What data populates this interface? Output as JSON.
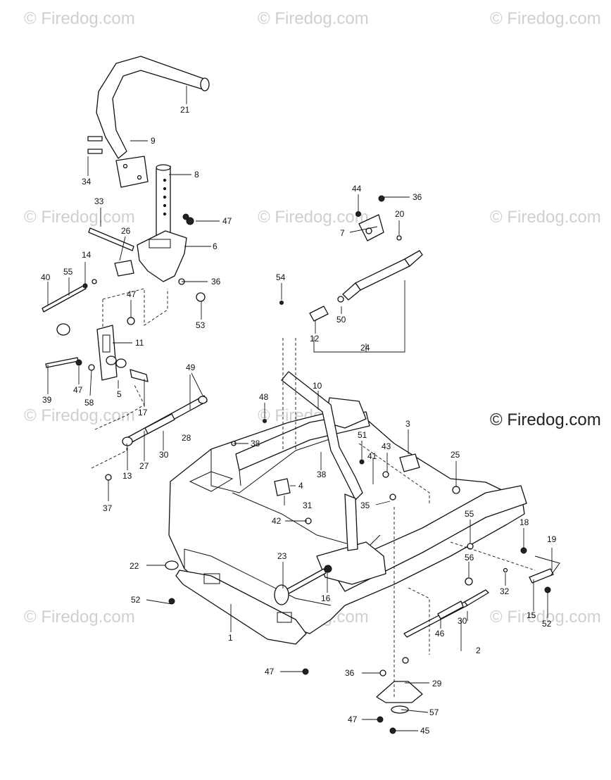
{
  "watermark": {
    "text": "© Firedog.com"
  },
  "brand": {
    "text": "© Firedog.com"
  },
  "parts": [
    {
      "id": "1"
    },
    {
      "id": "2"
    },
    {
      "id": "3"
    },
    {
      "id": "4"
    },
    {
      "id": "5"
    },
    {
      "id": "6"
    },
    {
      "id": "7"
    },
    {
      "id": "8"
    },
    {
      "id": "9"
    },
    {
      "id": "10"
    },
    {
      "id": "11"
    },
    {
      "id": "12"
    },
    {
      "id": "13"
    },
    {
      "id": "14"
    },
    {
      "id": "15"
    },
    {
      "id": "16"
    },
    {
      "id": "17"
    },
    {
      "id": "18"
    },
    {
      "id": "19"
    },
    {
      "id": "20"
    },
    {
      "id": "21"
    },
    {
      "id": "22"
    },
    {
      "id": "23"
    },
    {
      "id": "24"
    },
    {
      "id": "25"
    },
    {
      "id": "26"
    },
    {
      "id": "27"
    },
    {
      "id": "28"
    },
    {
      "id": "29"
    },
    {
      "id": "30a"
    },
    {
      "id": "30b"
    },
    {
      "id": "31"
    },
    {
      "id": "32"
    },
    {
      "id": "33"
    },
    {
      "id": "34"
    },
    {
      "id": "35"
    },
    {
      "id": "36a"
    },
    {
      "id": "36b"
    },
    {
      "id": "36c"
    },
    {
      "id": "37"
    },
    {
      "id": "38a"
    },
    {
      "id": "38b"
    },
    {
      "id": "39"
    },
    {
      "id": "40"
    },
    {
      "id": "41"
    },
    {
      "id": "42"
    },
    {
      "id": "43"
    },
    {
      "id": "44"
    },
    {
      "id": "45"
    },
    {
      "id": "46"
    },
    {
      "id": "47a"
    },
    {
      "id": "47b"
    },
    {
      "id": "47c"
    },
    {
      "id": "47d"
    },
    {
      "id": "47e"
    },
    {
      "id": "48"
    },
    {
      "id": "49"
    },
    {
      "id": "50"
    },
    {
      "id": "51"
    },
    {
      "id": "52a"
    },
    {
      "id": "52b"
    },
    {
      "id": "53"
    },
    {
      "id": "54"
    },
    {
      "id": "55a"
    },
    {
      "id": "55b"
    },
    {
      "id": "56"
    },
    {
      "id": "57"
    },
    {
      "id": "58"
    }
  ],
  "labels": {
    "p1": "1",
    "p2": "2",
    "p3": "3",
    "p4": "4",
    "p5": "5",
    "p6": "6",
    "p7": "7",
    "p8": "8",
    "p9": "9",
    "p10": "10",
    "p11": "11",
    "p12": "12",
    "p13": "13",
    "p14": "14",
    "p15": "15",
    "p16": "16",
    "p17": "17",
    "p18": "18",
    "p19": "19",
    "p20": "20",
    "p21": "21",
    "p22": "22",
    "p23": "23",
    "p24": "24",
    "p25": "25",
    "p26": "26",
    "p27": "27",
    "p28": "28",
    "p29": "29",
    "p30a": "30",
    "p30b": "30",
    "p31": "31",
    "p32": "32",
    "p33": "33",
    "p34": "34",
    "p35": "35",
    "p36a": "36",
    "p36b": "36",
    "p36c": "36",
    "p37": "37",
    "p38a": "38",
    "p38b": "38",
    "p39": "39",
    "p40": "40",
    "p41": "41",
    "p42": "42",
    "p43": "43",
    "p44": "44",
    "p45": "45",
    "p46": "46",
    "p47a": "47",
    "p47b": "47",
    "p47c": "47",
    "p47d": "47",
    "p47e": "47",
    "p48": "48",
    "p49": "49",
    "p50": "50",
    "p51": "51",
    "p52a": "52",
    "p52b": "52",
    "p53": "53",
    "p54": "54",
    "p55a": "55",
    "p55b": "55",
    "p56": "56",
    "p57": "57",
    "p58": "58"
  }
}
